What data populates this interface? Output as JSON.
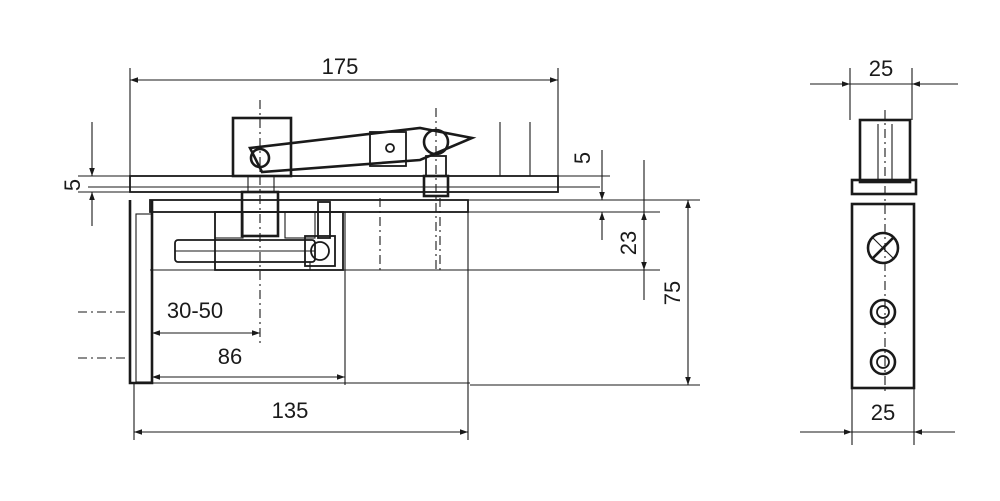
{
  "drawing": {
    "colors": {
      "ink": "#1a1a1a",
      "paper": "#ffffff"
    },
    "front_view": {
      "dims": {
        "overall_width": "175",
        "top_plate_thickness": "5",
        "right_plate_gap": "5",
        "arm_height": "23",
        "total_height": "75",
        "adjust_range": "30-50",
        "axis_offset": "86",
        "base_length": "135"
      }
    },
    "side_view": {
      "dims": {
        "top_width": "25",
        "bottom_width": "25"
      }
    }
  }
}
